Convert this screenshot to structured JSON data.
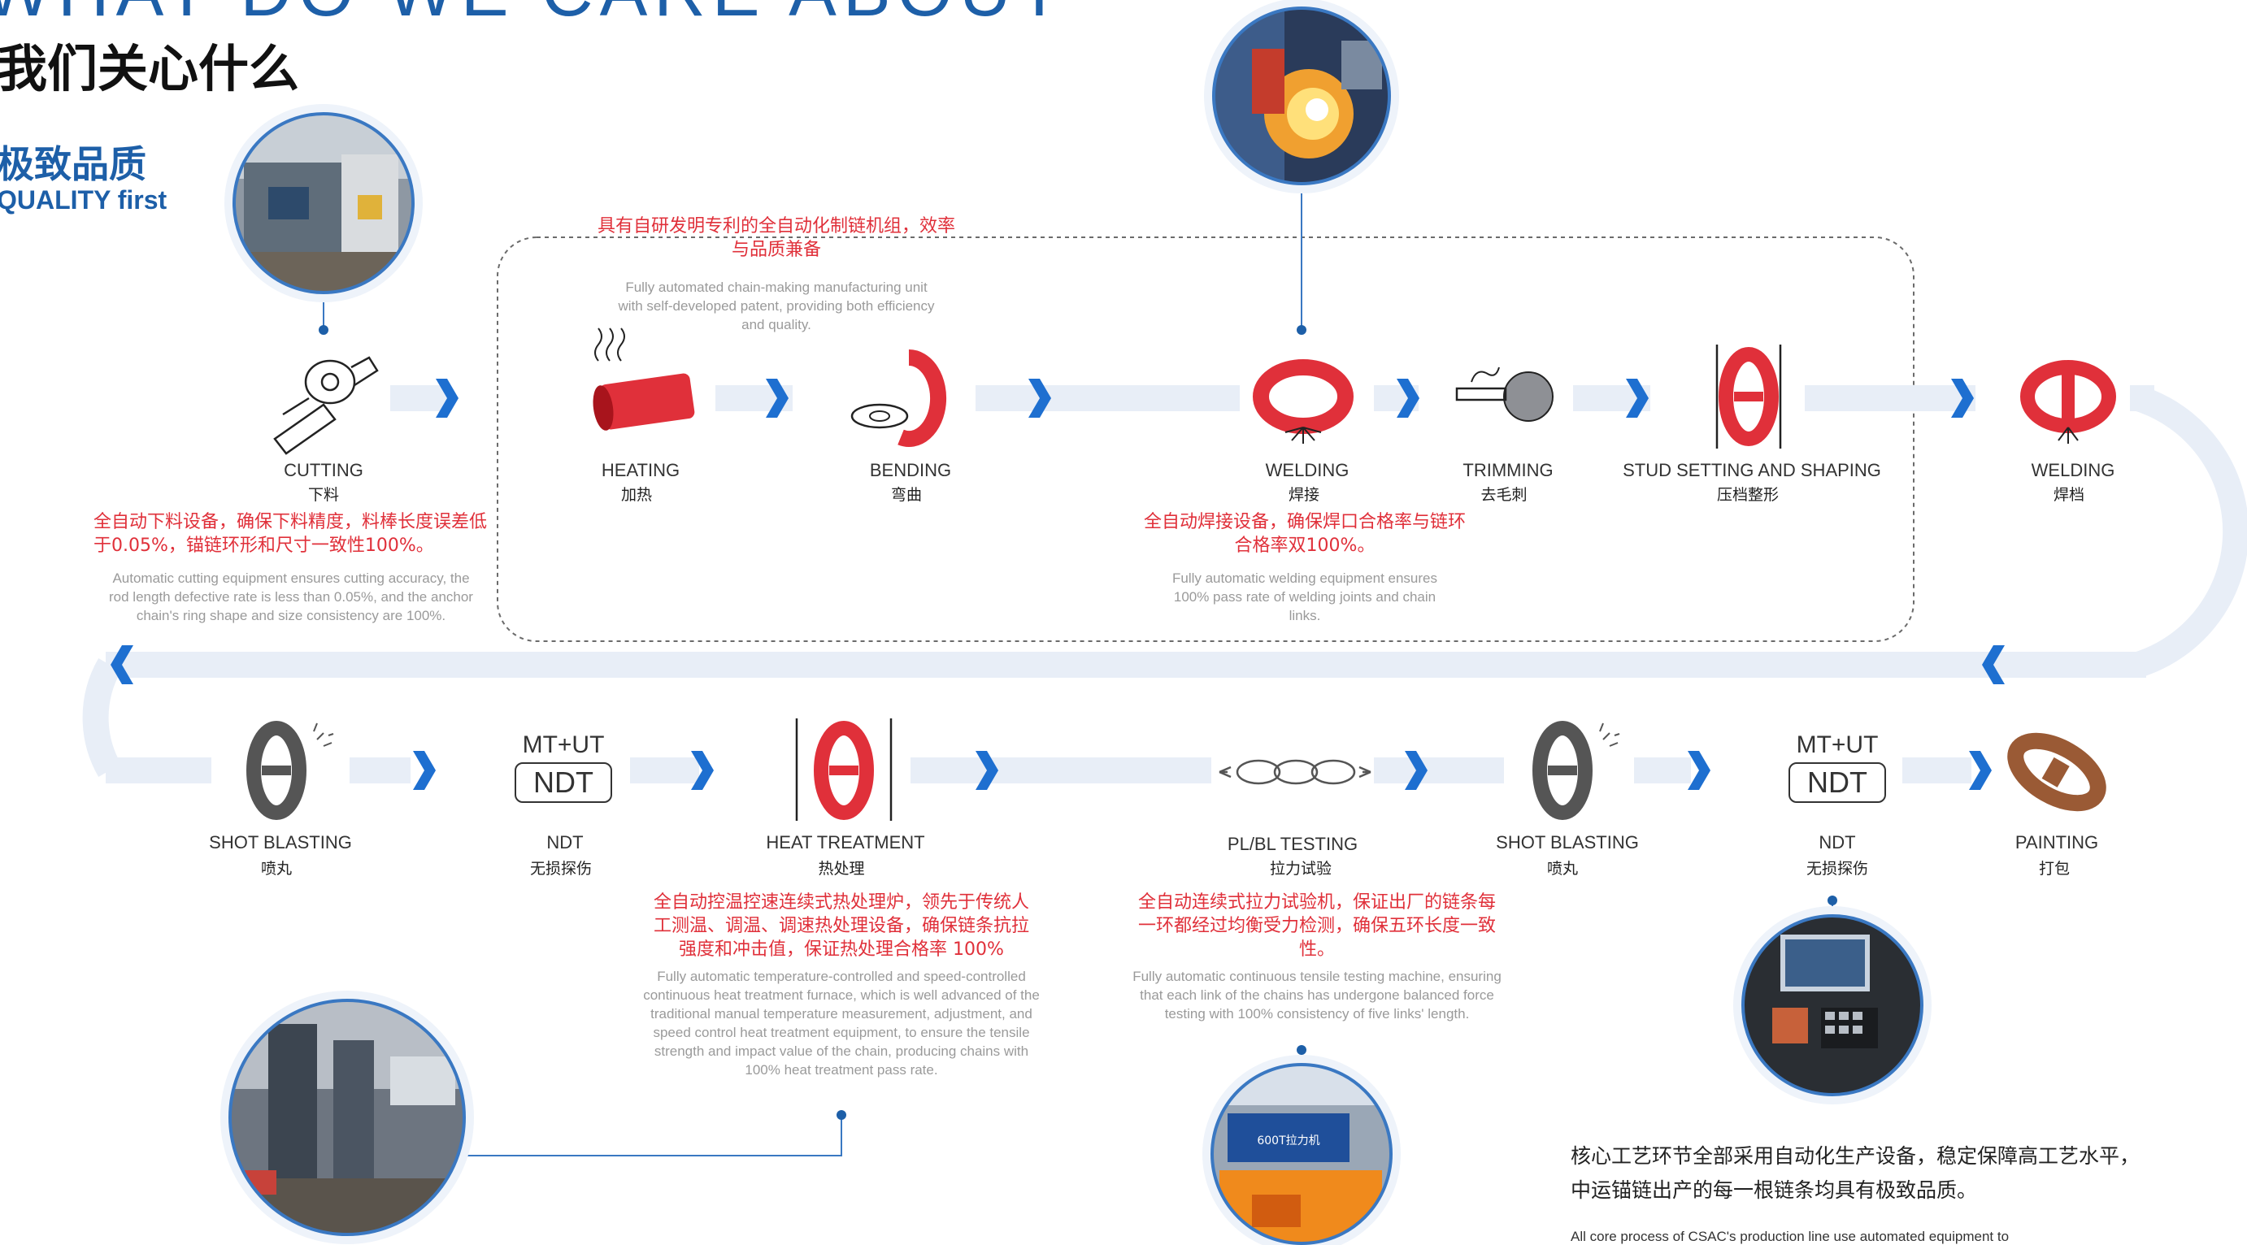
{
  "header": {
    "title_en": "WHAT DO WE CARE ABOUT",
    "title_cn": "我们关心什么",
    "subtitle_cn": "极致品质",
    "subtitle_en": "QUALITY first"
  },
  "group_note": {
    "cn": "具有自研发明专利的全自动化制链机组，效率与品质兼备",
    "en": "Fully automated chain-making manufacturing unit with self-developed patent, providing both efficiency and quality."
  },
  "steps_row1": [
    {
      "en": "CUTTING",
      "cn": "下料",
      "icon": "cutting-icon"
    },
    {
      "en": "HEATING",
      "cn": "加热",
      "icon": "heating-icon"
    },
    {
      "en": "BENDING",
      "cn": "弯曲",
      "icon": "bending-icon"
    },
    {
      "en": "WELDING",
      "cn": "焊接",
      "icon": "welding-icon"
    },
    {
      "en": "TRIMMING",
      "cn": "去毛刺",
      "icon": "trimming-icon"
    },
    {
      "en": "STUD SETTING AND SHAPING",
      "cn": "压档整形",
      "icon": "stud-setting-icon"
    },
    {
      "en": "WELDING",
      "cn": "焊档",
      "icon": "stud-welding-icon"
    }
  ],
  "steps_row2": [
    {
      "en": "SHOT BLASTING",
      "cn": "喷丸",
      "icon": "shot-blasting-icon"
    },
    {
      "en": "NDT",
      "cn": "无损探伤",
      "icon": "ndt-icon",
      "top": "MT+UT",
      "box": "NDT"
    },
    {
      "en": "HEAT TREATMENT",
      "cn": "热处理",
      "icon": "heat-treatment-icon"
    },
    {
      "en": "PL/BL TESTING",
      "cn": "拉力试验",
      "icon": "tensile-test-icon"
    },
    {
      "en": "SHOT BLASTING",
      "cn": "喷丸",
      "icon": "shot-blasting-icon"
    },
    {
      "en": "NDT",
      "cn": "无损探伤",
      "icon": "ndt-icon",
      "top": "MT+UT",
      "box": "NDT"
    },
    {
      "en": "PAINTING",
      "cn": "打包",
      "icon": "painting-icon"
    }
  ],
  "notes": {
    "cutting_cn": "全自动下料设备，确保下料精度，料棒长度误差低于0.05%，锚链环形和尺寸一致性100%。",
    "cutting_en": "Automatic cutting equipment ensures cutting accuracy, the rod length defective rate is less than 0.05%, and the anchor chain's ring shape and size consistency are 100%.",
    "welding_cn": "全自动焊接设备，确保焊口合格率与链环合格率双100%。",
    "welding_en": "Fully automatic welding equipment ensures 100% pass rate of welding joints and chain links.",
    "heat_cn": "全自动控温控速连续式热处理炉，领先于传统人工测温、调温、调速热处理设备，确保链条抗拉强度和冲击值，保证热处理合格率 100%",
    "heat_en": "Fully automatic temperature-controlled and speed-controlled continuous heat treatment furnace, which is well advanced of the traditional manual temperature measurement, adjustment, and speed control heat treatment equipment, to ensure the tensile strength and impact value of the chain, producing chains with 100% heat treatment pass rate.",
    "tensile_cn": "全自动连续式拉力试验机，保证出厂的链条每一环都经过均衡受力检测，确保五环长度一致性。",
    "tensile_en": "Fully automatic continuous tensile testing machine, ensuring that each link of the chains has undergone balanced force testing with 100% consistency of five links' length."
  },
  "bottom": {
    "cn_line1": "核心工艺环节全部采用自动化生产设备，稳定保障高工艺水平，",
    "cn_line2": "中运锚链出产的每一根链条均具有极致品质。",
    "en_line": "All core process of CSAC's production line use automated equipment to"
  },
  "photo_sign_text": "600T拉力机",
  "colors": {
    "accent_blue": "#1d5fa8",
    "track": "#e8eef7",
    "chevron": "#1e6fd0",
    "red": "#e0303a",
    "brown": "#9a5a35"
  }
}
